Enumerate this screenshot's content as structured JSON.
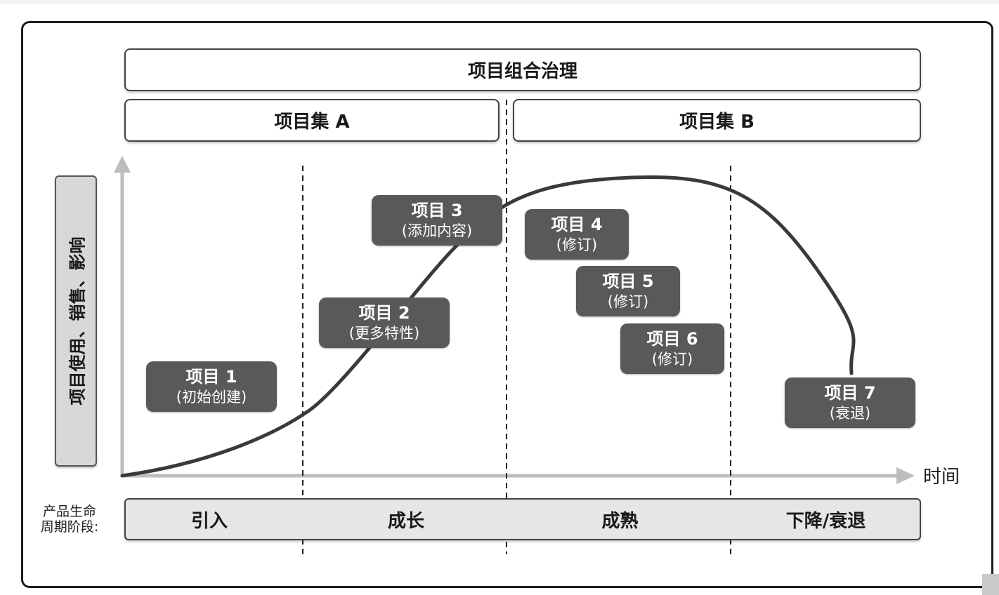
{
  "governance": {
    "title": "项目组合治理"
  },
  "program_sets": [
    {
      "label": "项目集 A"
    },
    {
      "label": "项目集 B"
    }
  ],
  "y_axis": {
    "label": "项目使用、销售、影响"
  },
  "x_axis": {
    "label": "时间"
  },
  "phase_caption": {
    "line1": "产品生命",
    "line2": "周期阶段:"
  },
  "phases": [
    {
      "label": "引入"
    },
    {
      "label": "成长"
    },
    {
      "label": "成熟"
    },
    {
      "label": "下降/衰退"
    }
  ],
  "projects": [
    {
      "title": "项目 1",
      "desc": "(初始创建)"
    },
    {
      "title": "项目 2",
      "desc": "(更多特性)"
    },
    {
      "title": "项目 3",
      "desc": "(添加内容)"
    },
    {
      "title": "项目 4",
      "desc": "(修订)"
    },
    {
      "title": "项目 5",
      "desc": "(修订)"
    },
    {
      "title": "项目 6",
      "desc": "(修订)"
    },
    {
      "title": "项目 7",
      "desc": "(衰退)"
    }
  ],
  "colors": {
    "project_box": "#595959",
    "axis": "#bdbdbd",
    "curve": "#3a3a3a",
    "phase_bar": "#e6e6e6",
    "y_label_bg": "#d8d8d8"
  }
}
